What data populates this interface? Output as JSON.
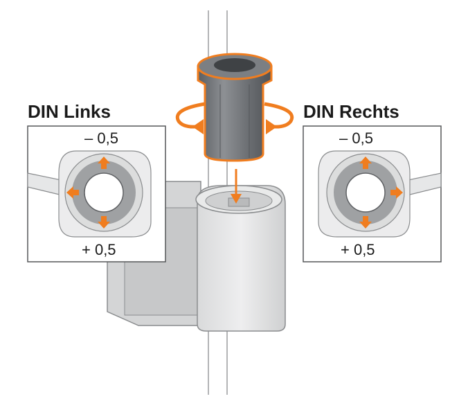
{
  "left_panel": {
    "title": "DIN Links",
    "top_value": "– 0,5",
    "bottom_value": "+ 0,5",
    "arrows": [
      "up",
      "left",
      "down"
    ]
  },
  "right_panel": {
    "title": "DIN Rechts",
    "top_value": "– 0,5",
    "bottom_value": "+ 0,5",
    "arrows": [
      "up",
      "right",
      "down"
    ]
  },
  "colors": {
    "accent": "#f07d1f",
    "part_gray": "#6e7175",
    "light_gray": "#e2e3e4",
    "outline": "#8a8c8e"
  },
  "icons": [
    "rotate-left-arrow-icon",
    "rotate-right-arrow-icon",
    "insert-down-arrow-icon"
  ]
}
